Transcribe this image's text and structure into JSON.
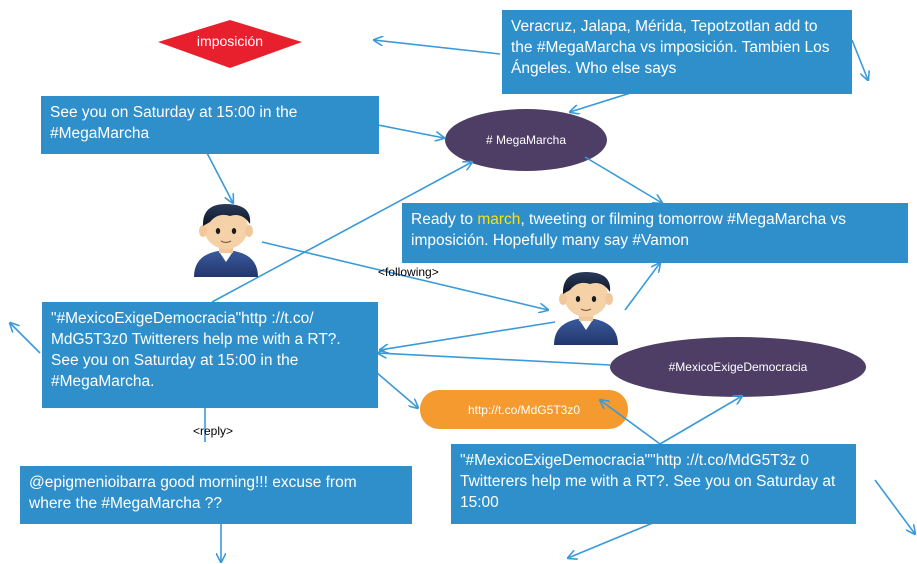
{
  "colors": {
    "box": "#2E8FCB",
    "oval_purple": "#4E3E66",
    "oval_orange": "#F59A2F",
    "diamond": "#E8202E",
    "arrow": "#3A9AD9",
    "highlight": "#FFE000"
  },
  "nodes": {
    "imposicion": "imposición",
    "megamarcha_hashtag": "# MegaMarcha",
    "mexico_hashtag": "#MexicoExigeDemocracia",
    "url": "http://t.co/MdG5T3z0"
  },
  "tweets": {
    "veracruz": "Veracruz, Jalapa, Mérida,  Tepotzotlan add to the #MegaMarcha vs imposición. Tambien  Los Ángeles. Who else says",
    "see_you": "See you on Saturday at  15:00 in the #MegaMarcha",
    "ready_before": "Ready to ",
    "ready_highlight": "march",
    "ready_after": ", tweeting or filming tomorrow  #MegaMarcha  vs imposición. Hopefully many say #Vamon",
    "mexico_left": "\"#MexicoExigeDemocracia\"http ://t.co/ MdG5T3z0  Twitterers  help me with a RT?. See you on Saturday at  15:00  in the #MegaMarcha.",
    "epigmenio": "@epigmenioibarra good morning!!! excuse from where the #MegaMarcha ??",
    "mexico_right": "\"#MexicoExigeDemocracia\"\"http ://t.co/MdG5T3z 0 Twitterers  help me with a  RT?. See you on Saturday at  15:00"
  },
  "edge_labels": {
    "following": "<following>",
    "reply": "<reply>"
  },
  "icons": [
    "user-icon",
    "user-icon"
  ]
}
